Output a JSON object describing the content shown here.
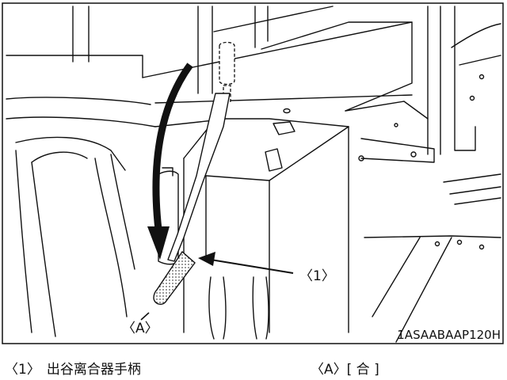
{
  "figure": {
    "image_code": "1ASAABAAP120H",
    "callout_1": "〈1〉",
    "callout_a": "〈A〉"
  },
  "legend": {
    "item_1_key": "〈1〉",
    "item_1_text": "出谷离合器手柄",
    "item_a_key": "〈A〉",
    "item_a_text": "[ 合 ]"
  },
  "colors": {
    "line": "#111111",
    "fill": "#ffffff",
    "hatch": "#555555"
  }
}
